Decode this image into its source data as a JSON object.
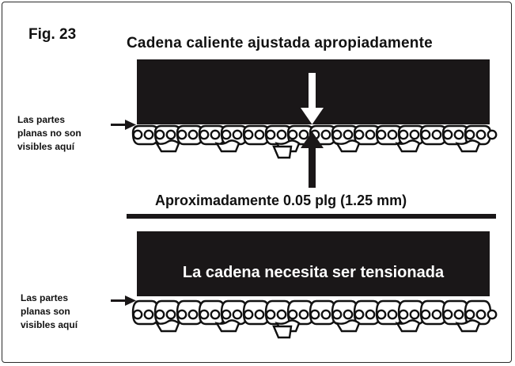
{
  "figure": {
    "label": "Fig. 23",
    "title_top": "Cadena caliente ajustada apropiadamente",
    "gap_caption": "Aproximadamente 0.05 plg (1.25 mm)",
    "bar_bottom_text": "La cadena necesita ser tensionada",
    "side_top_lines": [
      "Las partes",
      "planas no son",
      "visibles aquí"
    ],
    "side_bottom_lines": [
      "Las partes",
      "planas son",
      "visibles aquí"
    ]
  },
  "colors": {
    "bar": "#1a1718",
    "ink": "#111111",
    "background": "#ffffff"
  }
}
